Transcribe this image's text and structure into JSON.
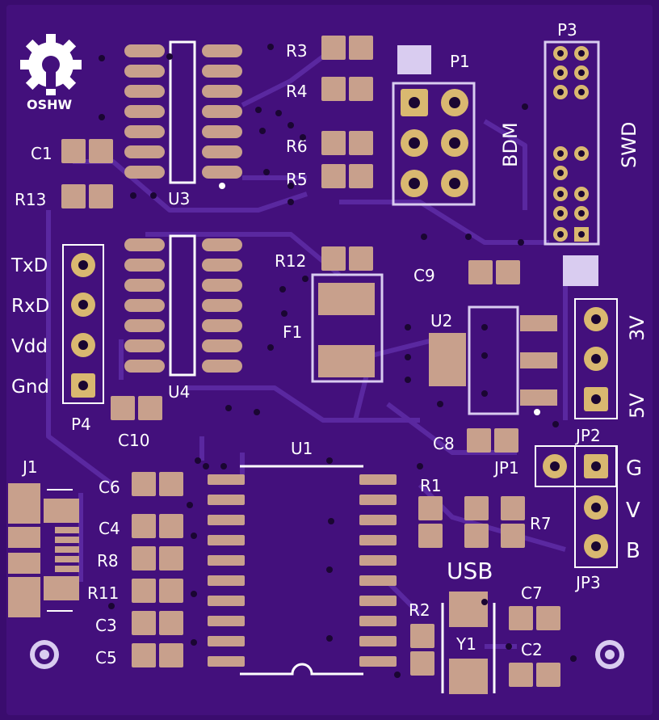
{
  "board": {
    "colors": {
      "substrate": "#3a0c6e",
      "copper_pour": "#4a1688",
      "trace": "#5c2aa0",
      "silkscreen": "#ffffff",
      "pad": "#c8a08c",
      "via": "#1a0632",
      "drill": "#1a0632",
      "gold": "#d9b870"
    },
    "logo": {
      "text": "OSHW",
      "icon": "gear-icon"
    },
    "labels": {
      "p1": "P1",
      "p3": "P3",
      "p4": "P4",
      "bdm": "BDM",
      "swd": "SWD",
      "u1": "U1",
      "u2": "U2",
      "u3": "U3",
      "u4": "U4",
      "j1": "J1",
      "f1": "F1",
      "y1": "Y1",
      "jp1": "JP1",
      "jp2": "JP2",
      "jp3": "JP3",
      "r1": "R1",
      "r2": "R2",
      "r3": "R3",
      "r4": "R4",
      "r5": "R5",
      "r6": "R6",
      "r7": "R7",
      "r8": "R8",
      "r11": "R11",
      "r12": "R12",
      "r13": "R13",
      "c1": "C1",
      "c2": "C2",
      "c3": "C3",
      "c4": "C4",
      "c5": "C5",
      "c6": "C6",
      "c7": "C7",
      "c8": "C8",
      "c9": "C9",
      "c10": "C10",
      "usb": "USB",
      "txd": "TxD",
      "rxd": "RxD",
      "vdd": "Vdd",
      "gnd": "Gnd",
      "v3": "3V",
      "v5": "5V",
      "g": "G",
      "v": "V",
      "b": "B"
    }
  }
}
